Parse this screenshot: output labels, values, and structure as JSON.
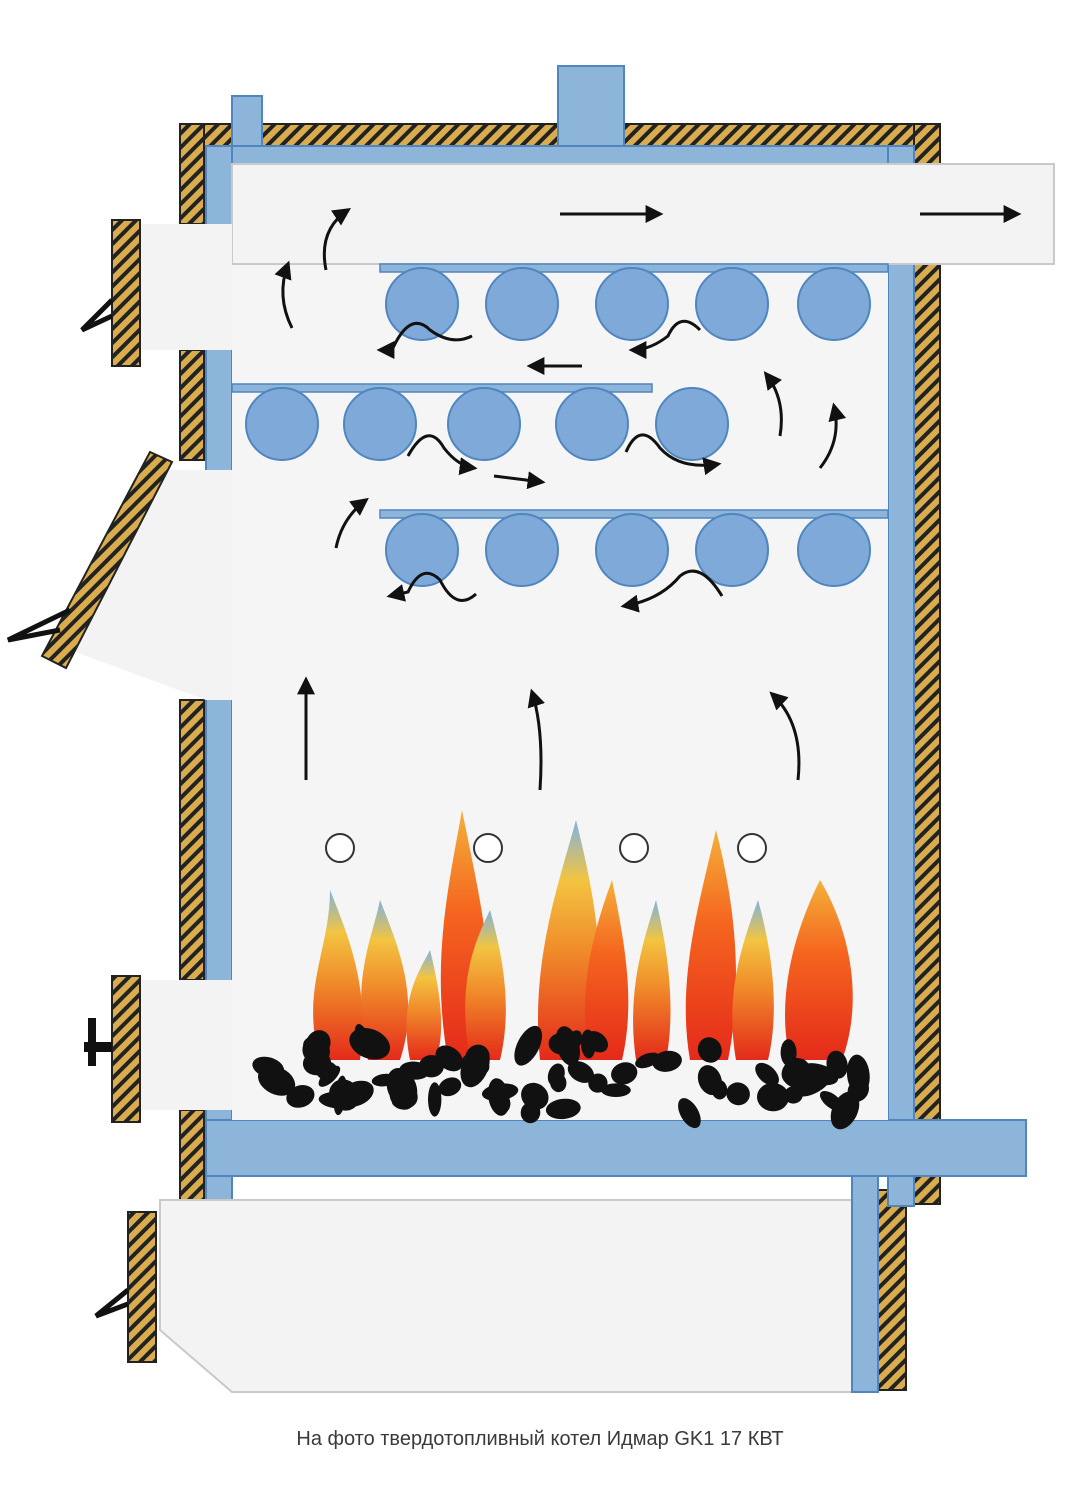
{
  "caption": "На фото твердотопливный котел Идмар GK1 17 КВТ",
  "colors": {
    "water": "#8db4d9",
    "water_outline": "#4f86c0",
    "tube": "#7ea9d8",
    "chamber": "#f5f5f5",
    "insulation": "#d9ad4d",
    "hatch": "#222222",
    "coal": "#111111",
    "flame_red": "#e42a1a",
    "flame_orange": "#f08a2a",
    "flame_yellow": "#f3c441",
    "flame_blue": "#7fb3de"
  },
  "tube_rows": [
    {
      "name": "upper",
      "count": 5
    },
    {
      "name": "middle",
      "count": 5
    },
    {
      "name": "lower",
      "count": 5
    }
  ],
  "air_holes": 4
}
